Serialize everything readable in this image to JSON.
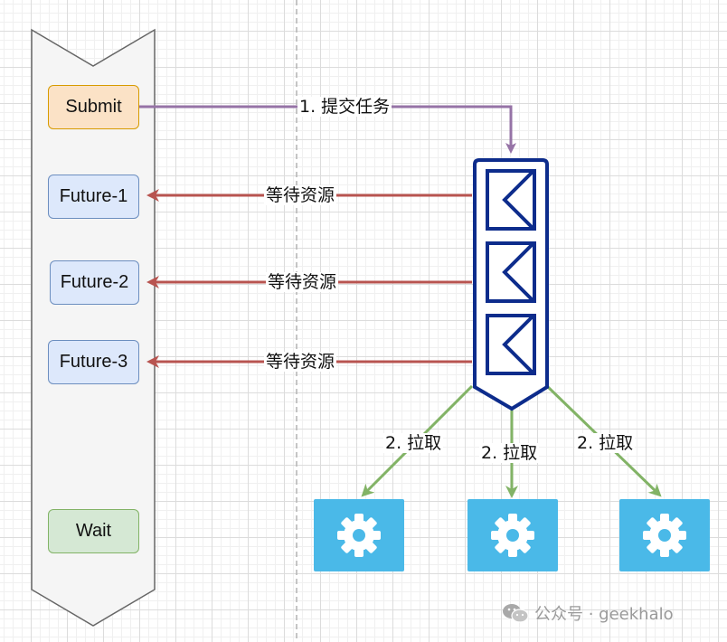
{
  "nodes": {
    "submit": "Submit",
    "future1": "Future-1",
    "future2": "Future-2",
    "future3": "Future-3",
    "wait": "Wait"
  },
  "edges": {
    "submit_task": "1. 提交任务",
    "wait_resource_1": "等待资源",
    "wait_resource_2": "等待资源",
    "wait_resource_3": "等待资源",
    "pull_1": "2. 拉取",
    "pull_2": "2. 拉取",
    "pull_3": "2. 拉取"
  },
  "workers": [
    {
      "icon": "gear-icon"
    },
    {
      "icon": "gear-icon"
    },
    {
      "icon": "gear-icon"
    }
  ],
  "queue": {
    "icon": "envelope-icon",
    "slots": 3
  },
  "watermark": "公众号 · geekhalo",
  "colors": {
    "submit_edge": "#9673a6",
    "wait_edge": "#b85450",
    "pull_edge": "#82b366",
    "queue_stroke": "#0d2c8c",
    "worker_fill": "#4ab9e8"
  }
}
